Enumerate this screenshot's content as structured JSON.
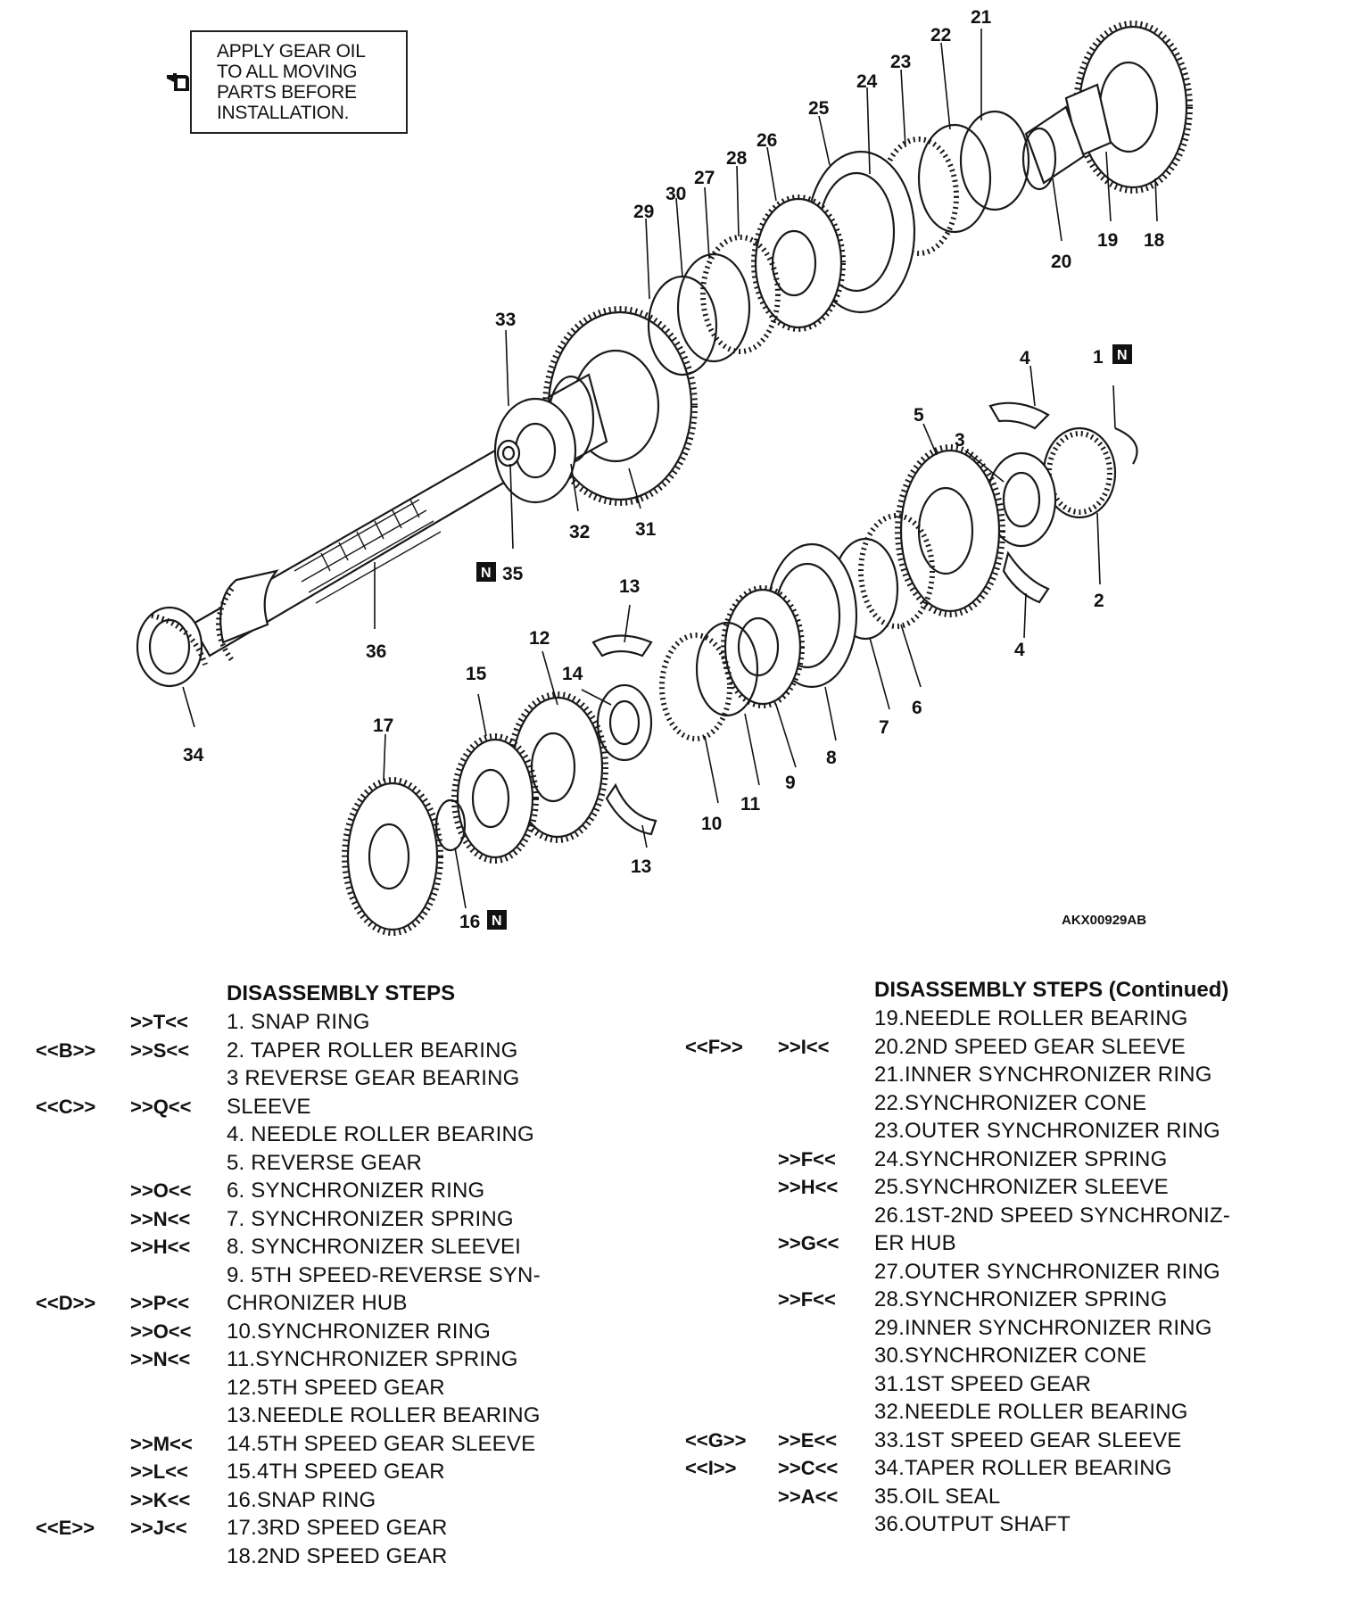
{
  "note": {
    "lines": [
      "APPLY GEAR OIL",
      "TO ALL MOVING",
      "PARTS BEFORE",
      "INSTALLATION."
    ],
    "icon": "oil-can-icon"
  },
  "figure_ref": "AKX00929AB",
  "new_part_mark": "N",
  "callouts": {
    "c1": "1",
    "c2": "2",
    "c3": "3",
    "c4a": "4",
    "c4b": "4",
    "c5": "5",
    "c6": "6",
    "c7": "7",
    "c8": "8",
    "c9": "9",
    "c10": "10",
    "c11": "11",
    "c12": "12",
    "c13a": "13",
    "c13b": "13",
    "c14": "14",
    "c15": "15",
    "c16": "16",
    "c17": "17",
    "c18": "18",
    "c19": "19",
    "c20": "20",
    "c21": "21",
    "c22": "22",
    "c23": "23",
    "c24": "24",
    "c25": "25",
    "c26": "26",
    "c27": "27",
    "c28": "28",
    "c29": "29",
    "c30": "30",
    "c31": "31",
    "c32": "32",
    "c33": "33",
    "c34": "34",
    "c35": "35",
    "c36": "36"
  },
  "steps_left": {
    "heading": "DISASSEMBLY STEPS",
    "rows": [
      {
        "a": "",
        "b": ">>T<<",
        "text": "1.  SNAP RING"
      },
      {
        "a": "<<B>>",
        "b": ">>S<<",
        "text": "2.  TAPER ROLLER BEARING"
      },
      {
        "a": "",
        "b": "",
        "text": "3   REVERSE GEAR BEARING"
      },
      {
        "a": "<<C>>",
        "b": ">>Q<<",
        "text": "     SLEEVE"
      },
      {
        "a": "",
        "b": "",
        "text": "4.  NEEDLE ROLLER BEARING"
      },
      {
        "a": "",
        "b": "",
        "text": "5.  REVERSE GEAR"
      },
      {
        "a": "",
        "b": ">>O<<",
        "text": "6.  SYNCHRONIZER RING"
      },
      {
        "a": "",
        "b": ">>N<<",
        "text": "7.  SYNCHRONIZER SPRING"
      },
      {
        "a": "",
        "b": ">>H<<",
        "text": "8.  SYNCHRONIZER SLEEVEI"
      },
      {
        "a": "",
        "b": "",
        "text": "9.  5TH SPEED-REVERSE SYN-"
      },
      {
        "a": "<<D>>",
        "b": ">>P<<",
        "text": "     CHRONIZER HUB"
      },
      {
        "a": "",
        "b": ">>O<<",
        "text": "10.SYNCHRONIZER RING"
      },
      {
        "a": "",
        "b": ">>N<<",
        "text": "11.SYNCHRONIZER SPRING"
      },
      {
        "a": "",
        "b": "",
        "text": "12.5TH SPEED GEAR"
      },
      {
        "a": "",
        "b": "",
        "text": "13.NEEDLE ROLLER BEARING"
      },
      {
        "a": "",
        "b": ">>M<<",
        "text": "14.5TH SPEED GEAR SLEEVE"
      },
      {
        "a": "",
        "b": ">>L<<",
        "text": "15.4TH SPEED GEAR"
      },
      {
        "a": "",
        "b": ">>K<<",
        "text": "16.SNAP RING"
      },
      {
        "a": "<<E>>",
        "b": ">>J<<",
        "text": "17.3RD SPEED GEAR"
      },
      {
        "a": "",
        "b": "",
        "text": "18.2ND SPEED GEAR"
      }
    ]
  },
  "steps_right": {
    "heading": "DISASSEMBLY STEPS (Continued)",
    "rows": [
      {
        "a": "",
        "b": "",
        "text": "19.NEEDLE ROLLER BEARING"
      },
      {
        "a": "<<F>>",
        "b": ">>I<<",
        "text": "20.2ND SPEED GEAR SLEEVE"
      },
      {
        "a": "",
        "b": "",
        "text": "21.INNER SYNCHRONIZER RING"
      },
      {
        "a": "",
        "b": "",
        "text": "22.SYNCHRONIZER CONE"
      },
      {
        "a": "",
        "b": "",
        "text": "23.OUTER SYNCHRONIZER RING"
      },
      {
        "a": "",
        "b": ">>F<<",
        "text": "24.SYNCHRONIZER SPRING"
      },
      {
        "a": "",
        "b": ">>H<<",
        "text": "25.SYNCHRONIZER SLEEVE"
      },
      {
        "a": "",
        "b": "",
        "text": "26.1ST-2ND SPEED SYNCHRONIZ-"
      },
      {
        "a": "",
        "b": ">>G<<",
        "text": "     ER HUB"
      },
      {
        "a": "",
        "b": "",
        "text": "27.OUTER SYNCHRONIZER RING"
      },
      {
        "a": "",
        "b": ">>F<<",
        "text": "28.SYNCHRONIZER SPRING"
      },
      {
        "a": "",
        "b": "",
        "text": "29.INNER SYNCHRONIZER RING"
      },
      {
        "a": "",
        "b": "",
        "text": "30.SYNCHRONIZER CONE"
      },
      {
        "a": "",
        "b": "",
        "text": "31.1ST SPEED GEAR"
      },
      {
        "a": "",
        "b": "",
        "text": "32.NEEDLE ROLLER BEARING"
      },
      {
        "a": "<<G>>",
        "b": ">>E<<",
        "text": "33.1ST SPEED GEAR SLEEVE"
      },
      {
        "a": "<<I>>",
        "b": ">>C<<",
        "text": "34.TAPER ROLLER BEARING"
      },
      {
        "a": "",
        "b": ">>A<<",
        "text": "35.OIL SEAL"
      },
      {
        "a": "",
        "b": "",
        "text": "36.OUTPUT SHAFT"
      }
    ]
  }
}
